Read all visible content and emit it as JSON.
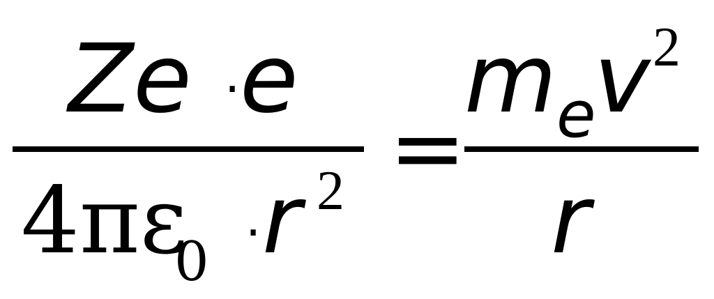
{
  "formula": {
    "lhs": {
      "numerator": {
        "charge": "Ze",
        "dot": "·",
        "electron": "e"
      },
      "denominator": {
        "four_pi_epsilon": "4πε",
        "epsilon_subscript": "0",
        "dot": "·",
        "radius": "r",
        "radius_exponent": "2"
      }
    },
    "equals": "=",
    "rhs": {
      "numerator": {
        "mass": "m",
        "mass_subscript": "e",
        "velocity": "v",
        "velocity_exponent": "2"
      },
      "denominator": {
        "radius": "r"
      }
    }
  }
}
